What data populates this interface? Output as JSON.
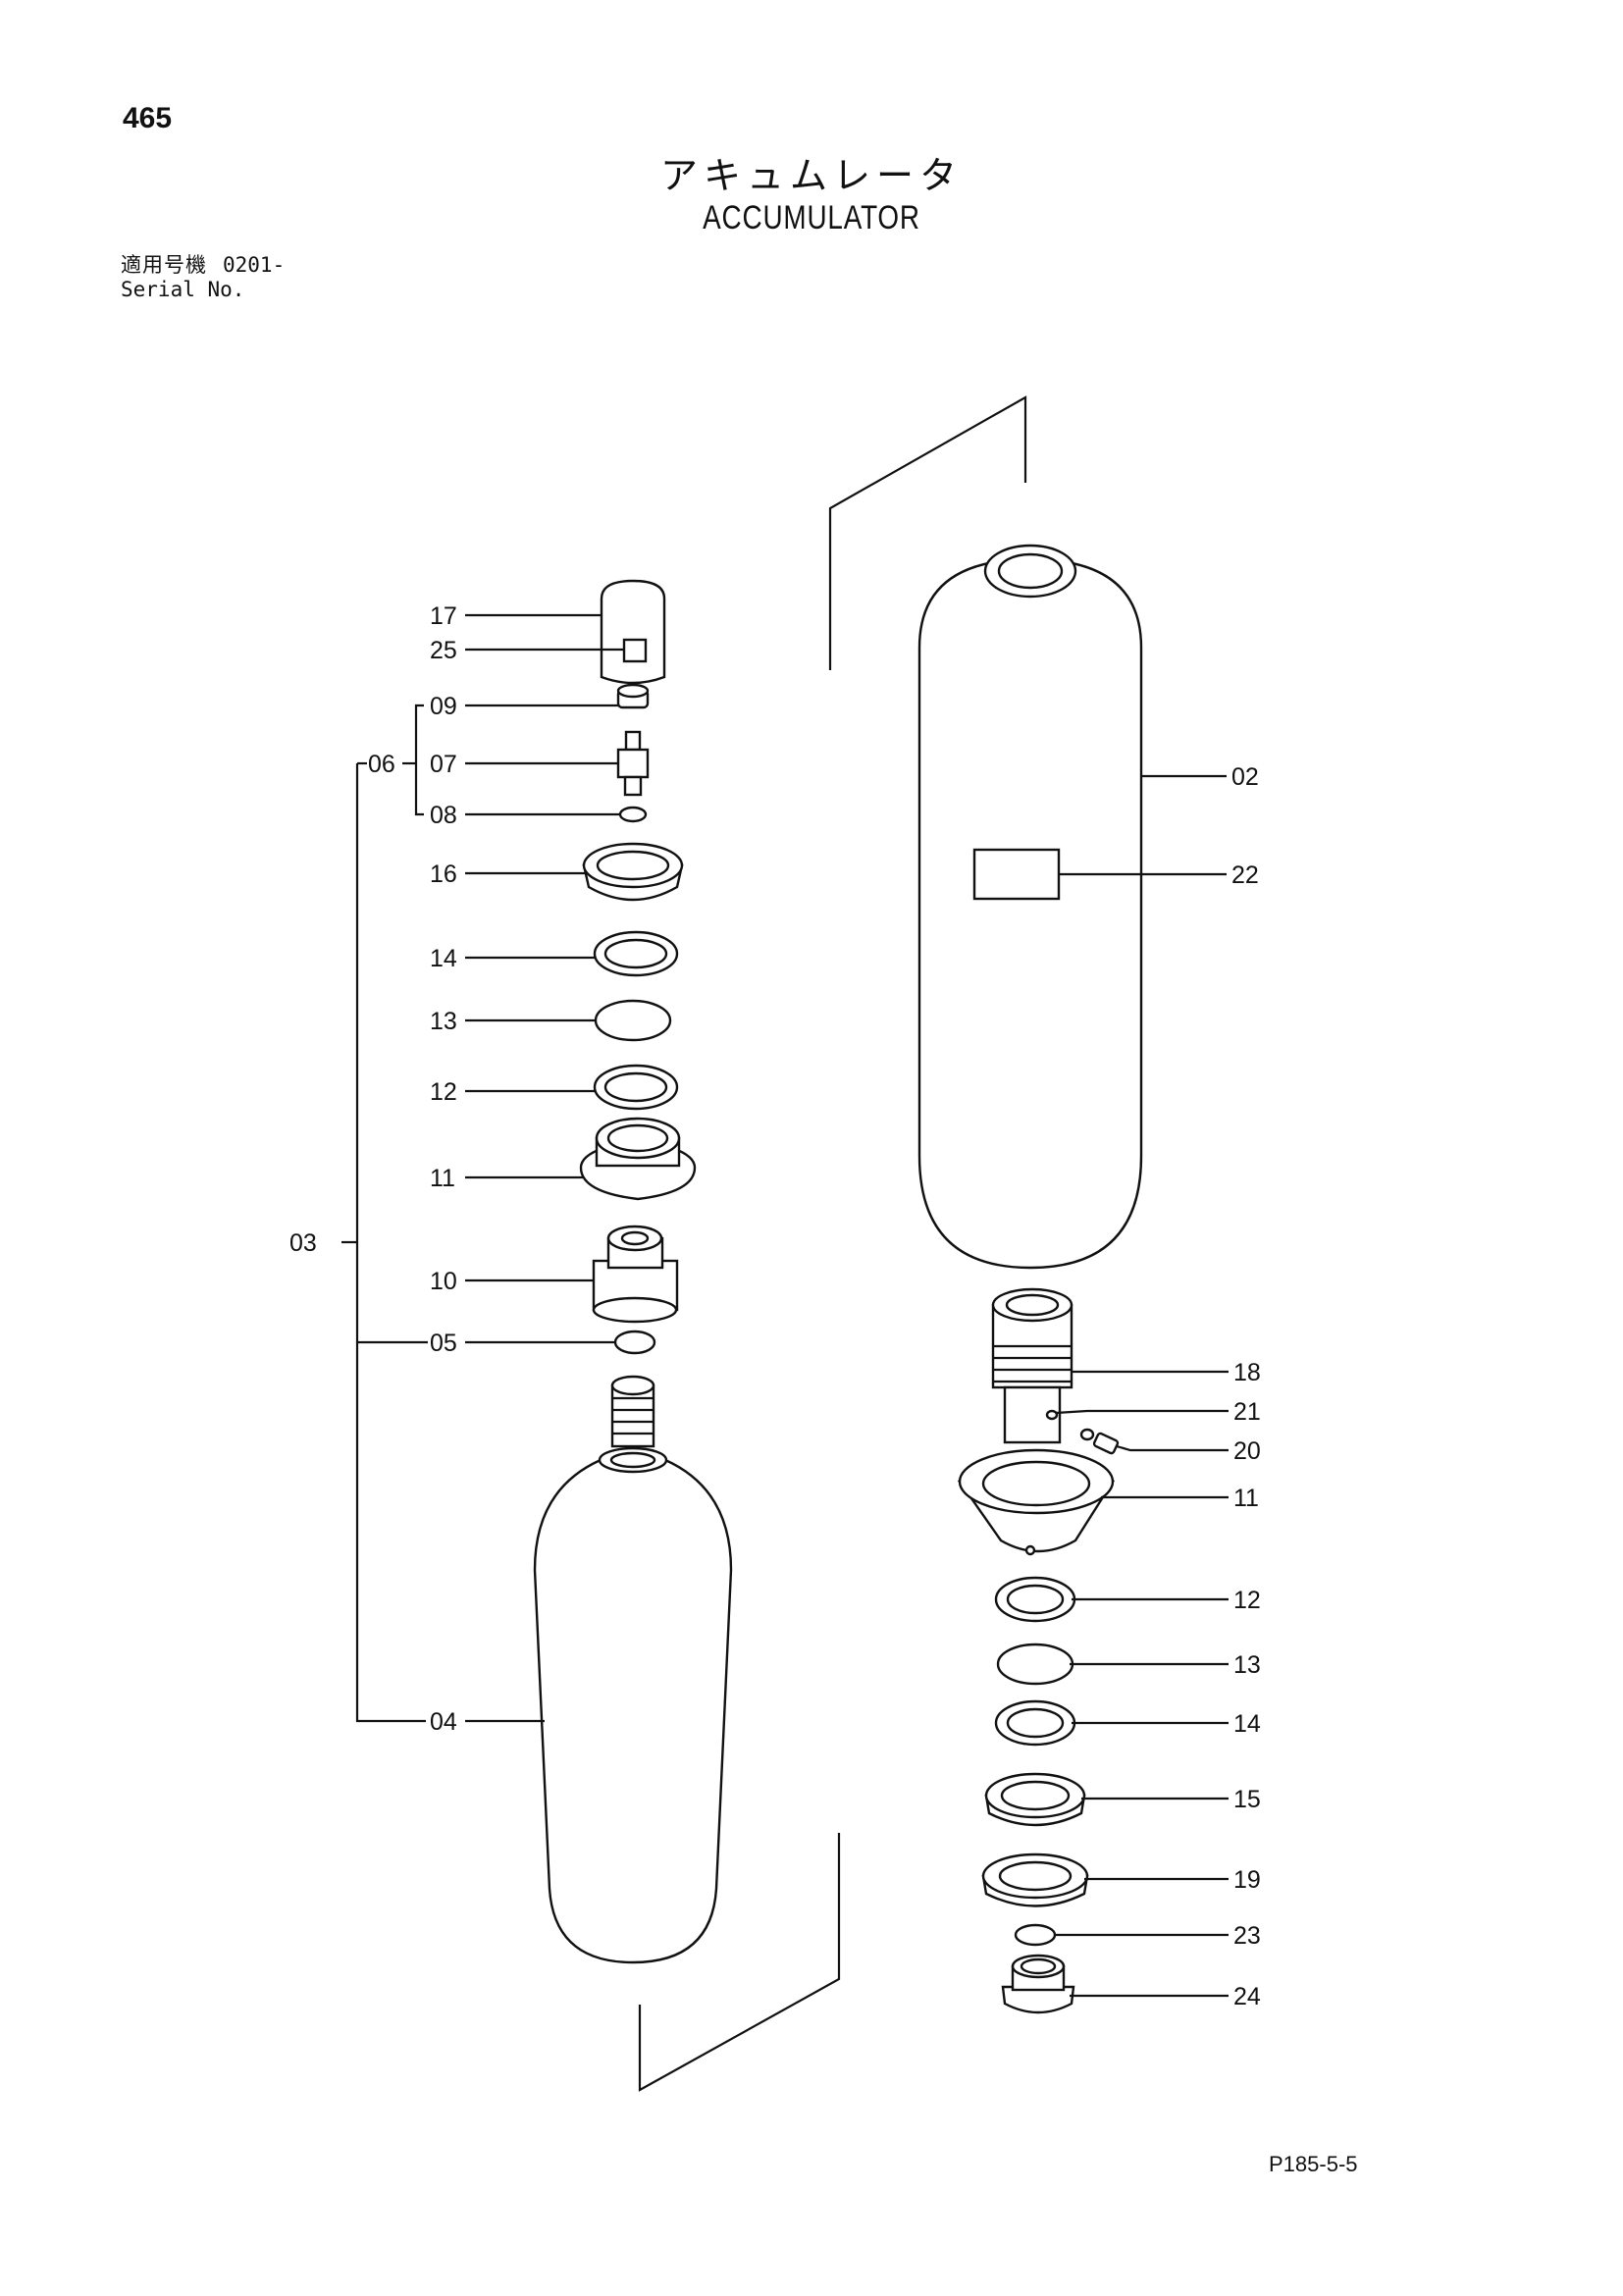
{
  "page": {
    "number": "465",
    "title_ja": "アキュムレータ",
    "title_en": "ACCUMULATOR",
    "serial_label_ja": "適用号機",
    "serial_value": "0201-",
    "serial_label_en": "Serial No.",
    "figure_ref": "P185-5-5"
  },
  "callouts": {
    "left": [
      "17",
      "25",
      "09",
      "07",
      "08",
      "16",
      "14",
      "13",
      "12",
      "11",
      "10",
      "05",
      "04"
    ],
    "groups": [
      "06",
      "03"
    ],
    "right": [
      "02",
      "22",
      "18",
      "21",
      "20",
      "11",
      "12",
      "13",
      "14",
      "15",
      "19",
      "23",
      "24"
    ]
  }
}
